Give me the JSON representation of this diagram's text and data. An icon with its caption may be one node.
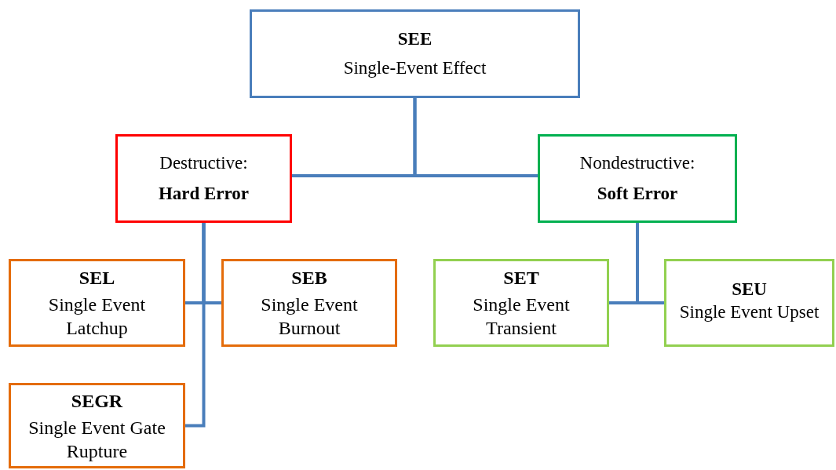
{
  "diagram": {
    "nodes": [
      {
        "text": [
          "SEE",
          "Single-Event Effect"
        ]
      },
      {
        "text": [
          "Destructive:",
          "Hard Error"
        ]
      },
      {
        "text": [
          "Nondestructive:",
          "Soft Error"
        ]
      },
      {
        "text": [
          "SEL",
          "Single Event Latchup"
        ]
      },
      {
        "text": [
          "SEB",
          "Single Event Burnout"
        ]
      },
      {
        "text": [
          "SET",
          "Single Event Transient"
        ]
      },
      {
        "text": [
          "SEU",
          "Single Event Upset"
        ]
      },
      {
        "text": [
          "SEGR",
          "Single Event Gate Rupture"
        ]
      }
    ],
    "edges": [
      {
        "from": 0,
        "to": 1,
        "arrow": "none"
      },
      {
        "from": 0,
        "to": 2,
        "arrow": "none"
      },
      {
        "from": 1,
        "to": 3,
        "arrow": "none"
      },
      {
        "from": 1,
        "to": 4,
        "arrow": "none"
      },
      {
        "from": 1,
        "to": 7,
        "arrow": "none"
      },
      {
        "from": 2,
        "to": 5,
        "arrow": "none"
      },
      {
        "from": 2,
        "to": 6,
        "arrow": "none"
      }
    ]
  }
}
